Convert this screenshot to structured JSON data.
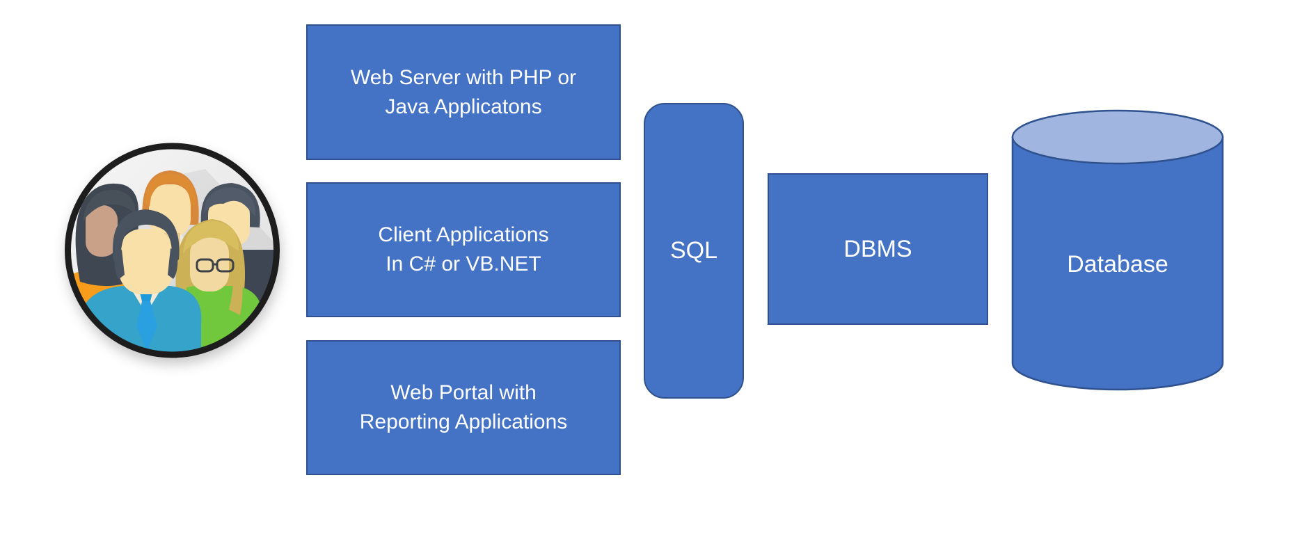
{
  "canvas": {
    "background": "#FFFFFF"
  },
  "users_icon": {
    "description": "Circular badge with five flat-style user avatars"
  },
  "app_boxes": [
    {
      "line1": "Web Server with PHP or",
      "line2": "Java Applicatons"
    },
    {
      "line1": "Client Applications",
      "line2": "In C# or VB.NET"
    },
    {
      "line1": "Web Portal with",
      "line2": "Reporting Applications"
    }
  ],
  "sql": {
    "label": "SQL"
  },
  "dbms": {
    "label": "DBMS"
  },
  "database": {
    "label": "Database"
  },
  "colors": {
    "shape_fill": "#4472C4",
    "shape_border": "#2F528F",
    "cylinder_top_fill": "#A0B6E0",
    "label_text": "#FFFFFF"
  }
}
